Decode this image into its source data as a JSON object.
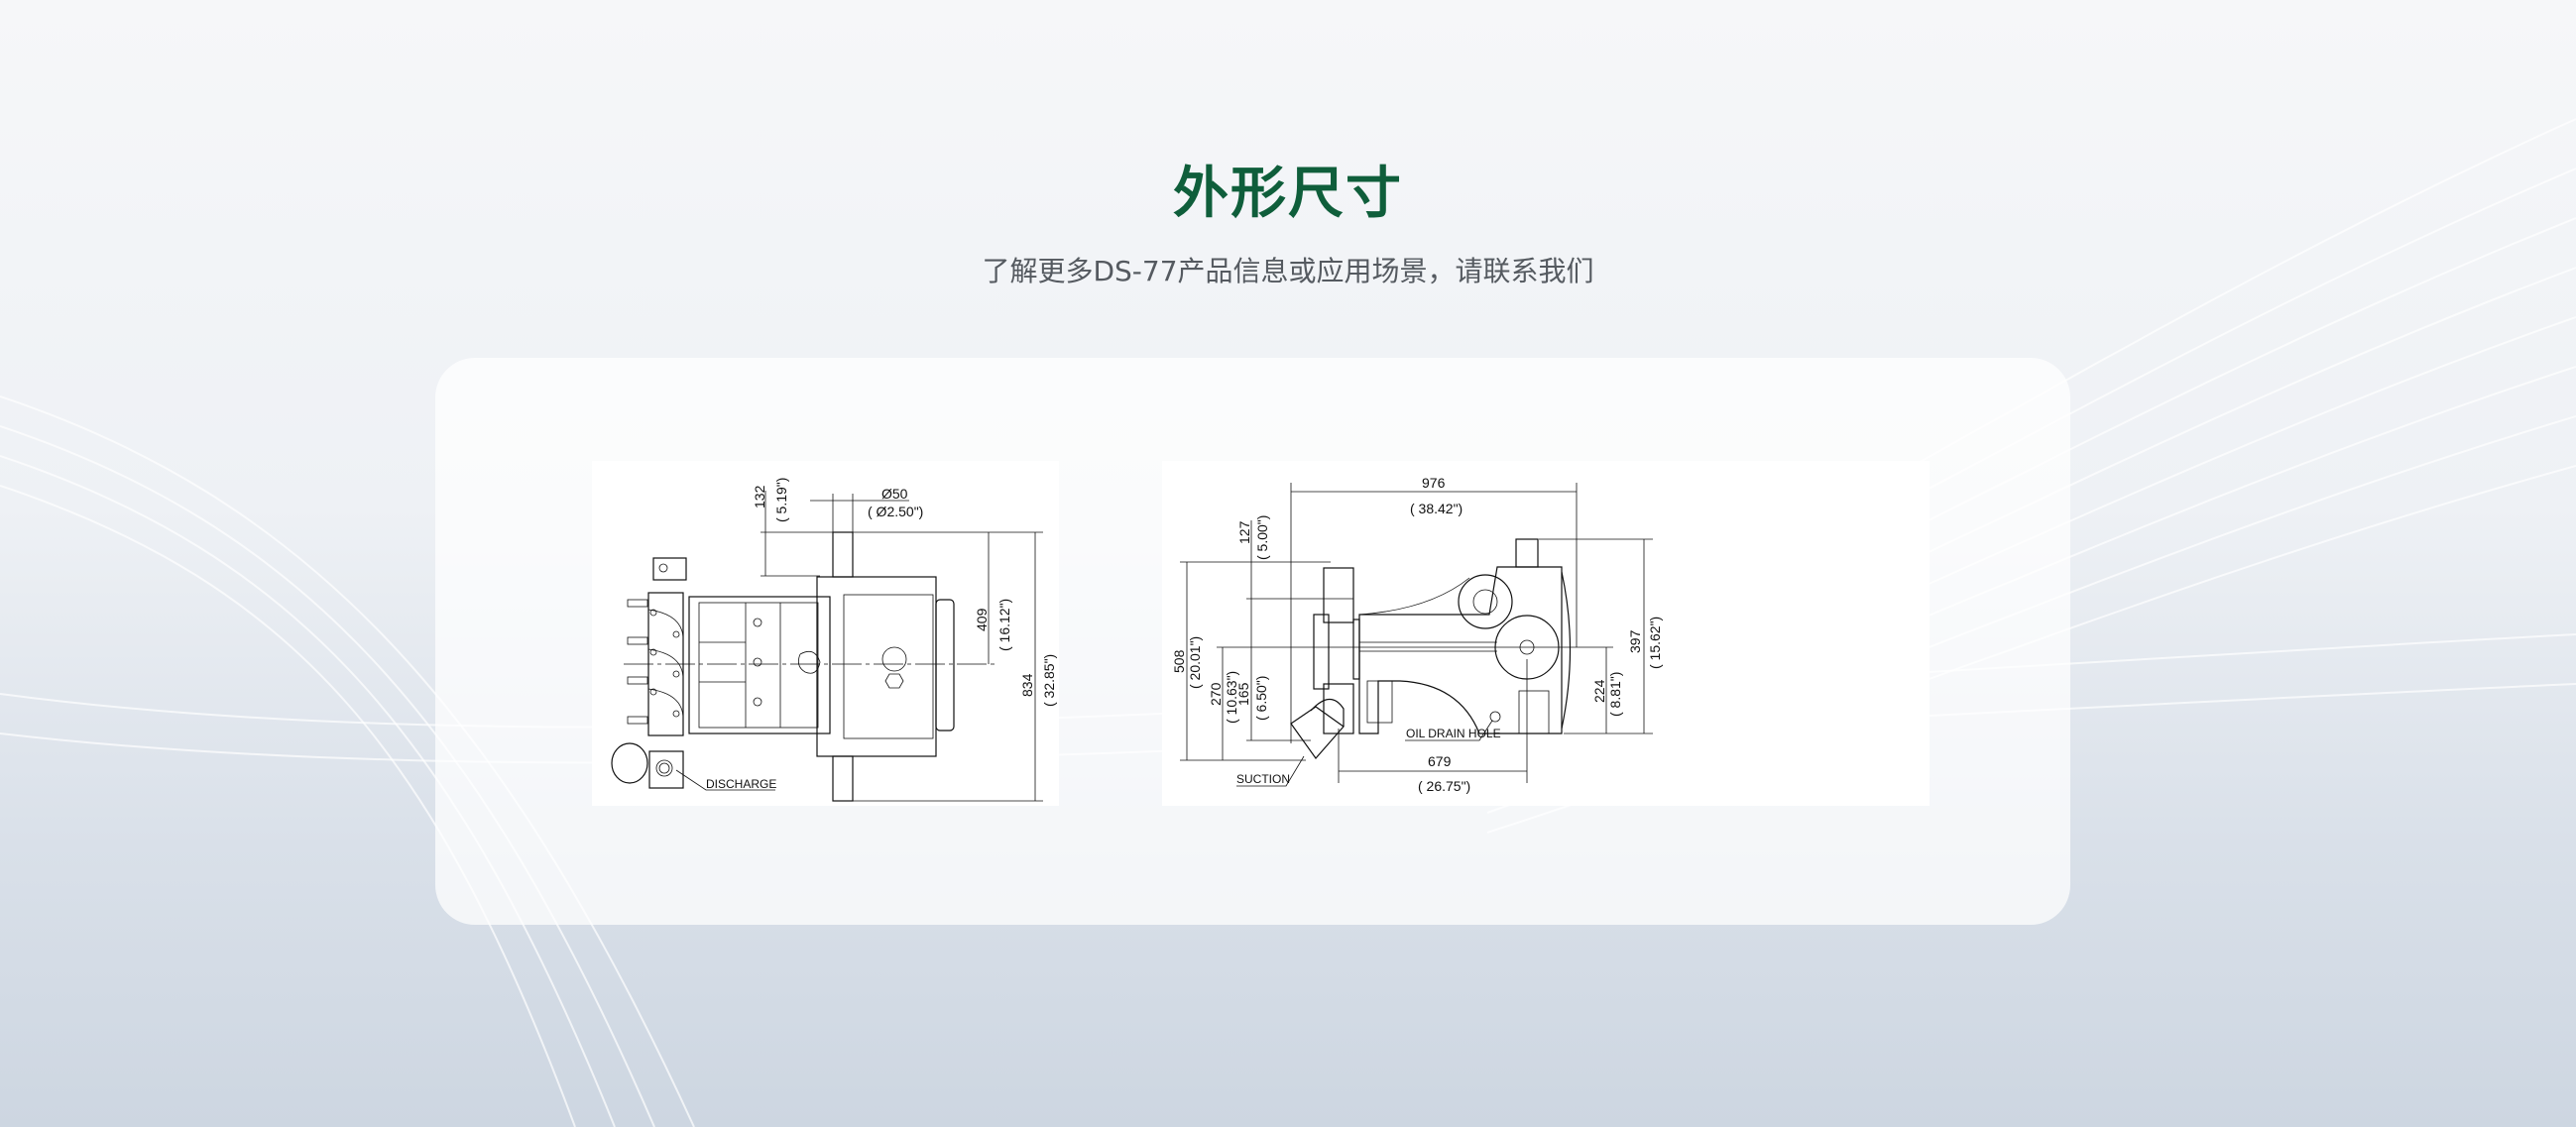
{
  "header": {
    "title": "外形尺寸",
    "subtitle": "了解更多DS-77产品信息或应用场景，请联系我们"
  },
  "colors": {
    "title": "#0f5e3b",
    "subtitle": "#555a60",
    "card": "#ffffff"
  },
  "left_drawing": {
    "dim_132": "132",
    "dim_132_in": "( 5.19\")",
    "dim_50": "Ø50",
    "dim_50_in": "( Ø2.50\")",
    "dim_409": "409",
    "dim_409_in": "( 16.12\")",
    "dim_834": "834",
    "dim_834_in": "( 32.85\")",
    "label_discharge": "DISCHARGE"
  },
  "right_drawing": {
    "dim_976": "976",
    "dim_976_in": "( 38.42\")",
    "dim_127": "127",
    "dim_127_in": "( 5.00\")",
    "dim_508": "508",
    "dim_508_in": "( 20.01\")",
    "dim_270": "270",
    "dim_270_in": "( 10.63\")",
    "dim_165": "165",
    "dim_165_in": "( 6.50\")",
    "dim_397": "397",
    "dim_397_in": "( 15.62\")",
    "dim_224": "224",
    "dim_224_in": "( 8.81\")",
    "dim_679": "679",
    "dim_679_in": "( 26.75\")",
    "label_oil_drain": "OIL DRAIN HOLE",
    "label_suction": "SUCTION"
  }
}
